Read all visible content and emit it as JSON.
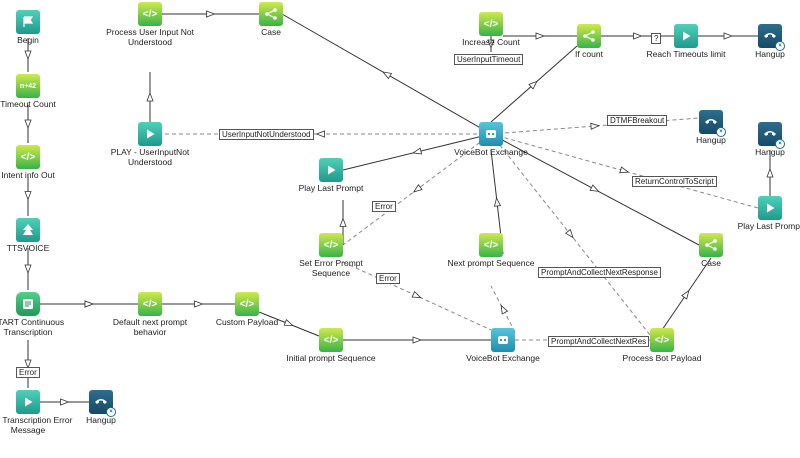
{
  "nodes": [
    {
      "id": "begin",
      "label": "Begin",
      "icon": "flag-icon",
      "type": "teal"
    },
    {
      "id": "timeout_count",
      "label": "Timeout Count",
      "icon": "counter-icon",
      "type": "green",
      "glyph": "n+42"
    },
    {
      "id": "intent_info_out",
      "label": "Intent info Out",
      "icon": "code-icon",
      "type": "green",
      "glyph": "</>"
    },
    {
      "id": "ttsvoice",
      "label": "TTSVOICE",
      "icon": "tree-icon",
      "type": "teal"
    },
    {
      "id": "start_transcription",
      "label": "START Continuous Transcription",
      "icon": "transcription-icon",
      "type": "hex"
    },
    {
      "id": "play_transcription_error",
      "label": "Play Transcription Error Message",
      "icon": "play-icon",
      "type": "teal"
    },
    {
      "id": "hangup_bottom",
      "label": "Hangup",
      "icon": "phone-hangup-icon",
      "type": "dark"
    },
    {
      "id": "default_next_prompt",
      "label": "Default next prompt behavior",
      "icon": "code-icon",
      "type": "green",
      "glyph": "</>"
    },
    {
      "id": "custom_payload",
      "label": "Custom Payload",
      "icon": "code-icon",
      "type": "green",
      "glyph": "</>"
    },
    {
      "id": "initial_prompt_sequence",
      "label": "Initial prompt Sequence",
      "icon": "code-icon",
      "type": "green",
      "glyph": "</>"
    },
    {
      "id": "voicebot_exchange_bottom",
      "label": "VoiceBot Exchange",
      "icon": "bot-icon",
      "type": "bot"
    },
    {
      "id": "process_bot_payload",
      "label": "Process Bot Payload",
      "icon": "code-icon",
      "type": "green",
      "glyph": "</>"
    },
    {
      "id": "case_right",
      "label": "Case",
      "icon": "branch-icon",
      "type": "green"
    },
    {
      "id": "next_prompt_sequence",
      "label": "Next prompt Sequence",
      "icon": "code-icon",
      "type": "green",
      "glyph": "</>"
    },
    {
      "id": "voicebot_exchange_main",
      "label": "VoiceBot Exchange",
      "icon": "bot-icon",
      "type": "bot"
    },
    {
      "id": "set_error_prompt",
      "label": "Set Error Prompt Sequence",
      "icon": "code-icon",
      "type": "green",
      "glyph": "</>"
    },
    {
      "id": "play_last_prompt_left",
      "label": "Play Last Prompt",
      "icon": "play-icon",
      "type": "teal"
    },
    {
      "id": "play_userinput",
      "label": "PLAY - UserInputNot Understood",
      "icon": "play-icon",
      "type": "teal"
    },
    {
      "id": "process_user_input",
      "label": "Process User Input Not Understood",
      "icon": "code-icon",
      "type": "green",
      "glyph": "</>"
    },
    {
      "id": "case_top",
      "label": "Case",
      "icon": "branch-icon",
      "type": "green"
    },
    {
      "id": "increase_count",
      "label": "Increase Count",
      "icon": "code-icon",
      "type": "green",
      "glyph": "</>"
    },
    {
      "id": "if_count",
      "label": "If count",
      "icon": "branch-icon",
      "type": "green"
    },
    {
      "id": "reach_timeouts",
      "label": "Reach Timeouts limit",
      "icon": "play-icon",
      "type": "teal"
    },
    {
      "id": "hangup_top",
      "label": "Hangup",
      "icon": "phone-hangup-icon",
      "type": "dark"
    },
    {
      "id": "hangup_dtmf",
      "label": "Hangup",
      "icon": "phone-hangup-icon",
      "type": "dark"
    },
    {
      "id": "hangup_right",
      "label": "Hangup",
      "icon": "phone-hangup-icon",
      "type": "dark"
    },
    {
      "id": "play_last_prompt_right",
      "label": "Play Last Prompt",
      "icon": "play-icon",
      "type": "teal"
    }
  ],
  "edge_labels": {
    "error_start": "Error",
    "user_input_timeout": "UserInputTimeout",
    "if_count_q": "?",
    "user_input_not_understood": "UserInputNotUnderstood",
    "dtmf_breakout": "DTMFBreakout",
    "return_control": "ReturnControlToScript",
    "error_main": "Error",
    "error_bottom": "Error",
    "prompt_collect_next": "PromptAndCollectNextResponse",
    "prompt_collect_next_res": "PromptAndCollectNextRes"
  }
}
